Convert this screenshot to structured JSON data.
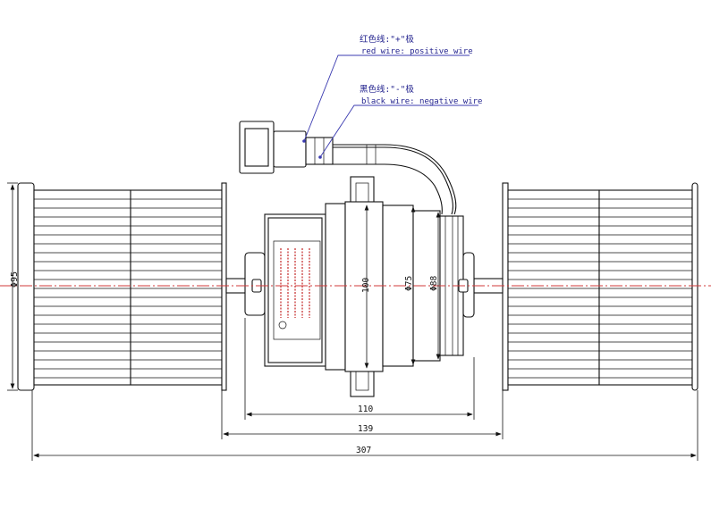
{
  "annotations": {
    "red_wire_cn": "红色线:\"+\"极",
    "red_wire_en": "red wire: positive wire",
    "black_wire_cn": "黑色线:\"-\"极",
    "black_wire_en": "black wire: negative wire"
  },
  "dimensions": {
    "d95": "Φ95",
    "h100": "100",
    "d75": "Φ75",
    "d88": "Φ88",
    "w110": "110",
    "w139": "139",
    "w307": "307"
  },
  "colors": {
    "centerline": "#d23a3a",
    "leader": "#3b3bb0",
    "label_rule": "#d23a3a"
  }
}
